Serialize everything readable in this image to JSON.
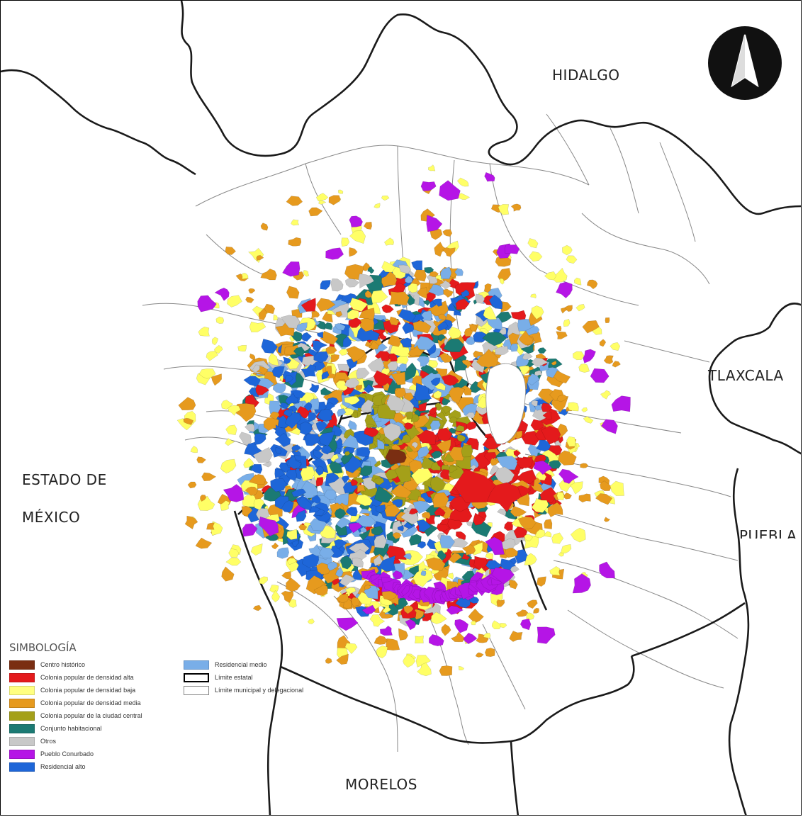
{
  "map": {
    "regions": [
      {
        "key": "hidalgo",
        "label": "HIDALGO"
      },
      {
        "key": "tlaxcala",
        "label": "TLAXCALA"
      },
      {
        "key": "estado-line1",
        "label": "ESTADO DE"
      },
      {
        "key": "estado-line2",
        "label": "MÉXICO"
      },
      {
        "key": "puebla",
        "label": "PUEBLA"
      },
      {
        "key": "morelos",
        "label": "MORELOS"
      }
    ],
    "north_arrow_icon": "north-arrow-icon",
    "land_use_colors": {
      "centro_historico": "#7a2e12",
      "densidad_alta": "#e41a1c",
      "densidad_baja": "#ffff66",
      "densidad_media": "#e69a1e",
      "ciudad_central": "#a4a019",
      "conjunto_habitacional": "#1b7a73",
      "otros": "#c8c8c8",
      "pueblo_conurbado": "#b515e6",
      "residencial_alto": "#1e66d8",
      "residencial_medio": "#79aee8"
    }
  },
  "legend": {
    "title": "SIMBOLOGÍA",
    "col1": [
      {
        "label": "Centro histórico",
        "color": "#7a2e12"
      },
      {
        "label": "Colonia popular de densidad alta",
        "color": "#e41a1c"
      },
      {
        "label": "Colonia popular de densidad baja",
        "color": "#ffff80"
      },
      {
        "label": "Colonia popular de densidad media",
        "color": "#e69a1e"
      },
      {
        "label": "Colonia popular de la ciudad central",
        "color": "#a4a019"
      },
      {
        "label": "Conjunto habitacional",
        "color": "#1b7a73"
      },
      {
        "label": "Otros",
        "color": "#c8c8c8"
      },
      {
        "label": "Pueblo Conurbado",
        "color": "#b515e6"
      },
      {
        "label": "Residencial alto",
        "color": "#1e66d8"
      }
    ],
    "col2": [
      {
        "label": "Residencial medio",
        "color": "#79aee8"
      },
      {
        "label": "Límite estatal",
        "color": "#ffffff"
      },
      {
        "label": "Límite municipal y delegacional",
        "color": "#ffffff"
      }
    ]
  }
}
